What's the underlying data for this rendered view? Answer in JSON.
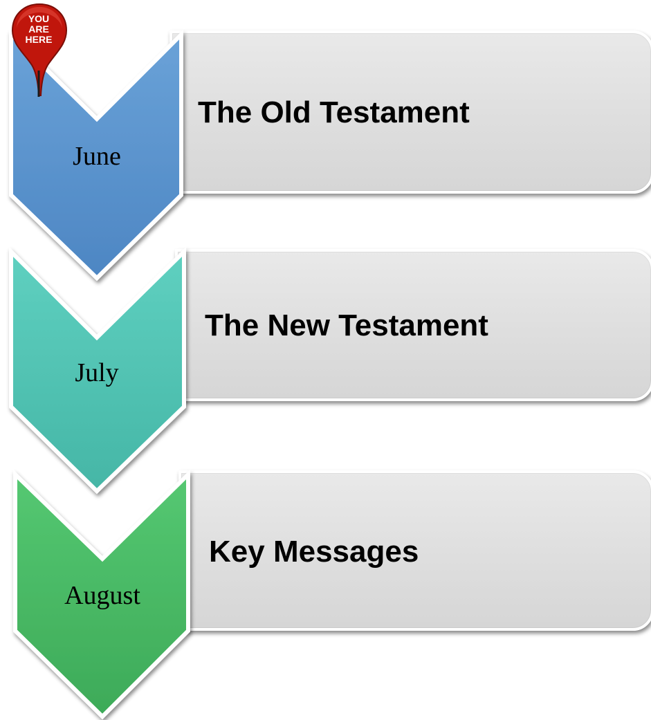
{
  "steps": [
    {
      "month": "June",
      "title": "The Old Testament",
      "color": "#5b95cf"
    },
    {
      "month": "July",
      "title": "The New Testament",
      "color": "#52c4b4"
    },
    {
      "month": "August",
      "title": "Key Messages",
      "color": "#46b862"
    }
  ],
  "marker": {
    "line1": "YOU",
    "line2": "ARE",
    "line3": "HERE",
    "color": "#c0160c",
    "icon": "location-pin-icon"
  }
}
